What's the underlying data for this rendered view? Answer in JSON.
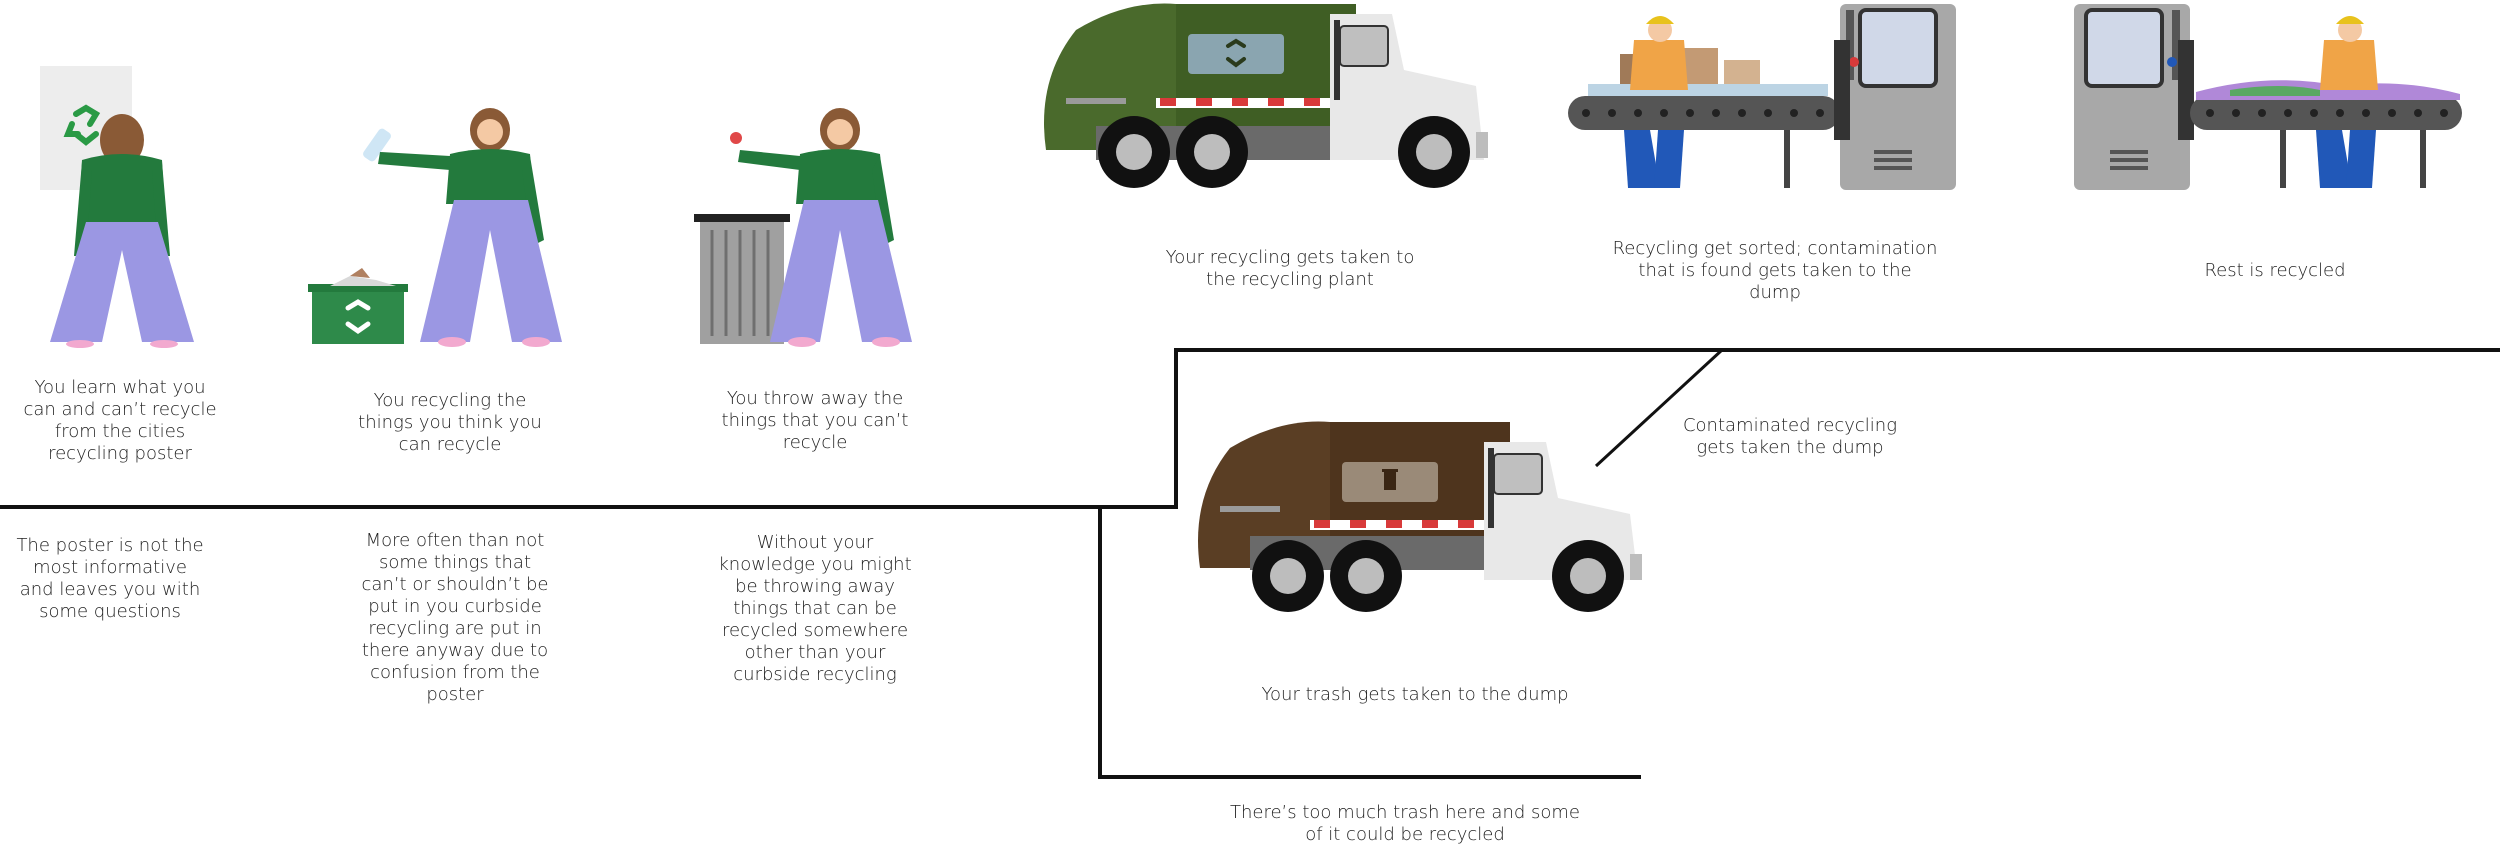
{
  "steps": {
    "learn": "You learn what you\ncan and can’t recycle\nfrom the cities\nrecycling poster",
    "recycle": "You recycling the\nthings you think you\ncan recycle",
    "throw": "You throw away the\nthings that you can’t\nrecycle",
    "plant": "Your recycling gets taken to\nthe recycling plant",
    "sorted": "Recycling get sorted; contamination\nthat is found gets taken to the\ndump",
    "rest": "Rest is recycled",
    "contaminated": "Contaminated recycling\ngets taken the dump",
    "dump": "Your trash gets taken to the dump"
  },
  "problems": {
    "poster": "The poster is not the\nmost informative\nand leaves you with\nsome questions",
    "curbside": "More often than not\nsome things that\ncan’t or shouldn’t be\nput in you curbside\nrecycling are put in\nthere anyway due to\nconfusion from the\nposter",
    "knowledge": "Without your\nknowledge you might\nbe throwing away\nthings that can be\nrecycled somewhere\nother than your\ncurbside recycling",
    "toomuch": "There’s too much trash here and some\nof it could be recycled"
  },
  "colors": {
    "person_top": "#237a3d",
    "person_pants": "#9b97e3",
    "hair": "#8a5a36",
    "recycle_truck": "#4a6a2c",
    "trash_truck": "#5a3e24",
    "worker_pants": "#2158b8",
    "machine_gray": "#a8a8a8",
    "line": "#111111"
  },
  "icons": [
    "recycle-icon",
    "trash-can-icon",
    "truck-icon",
    "conveyor-icon",
    "sorting-machine-icon"
  ]
}
